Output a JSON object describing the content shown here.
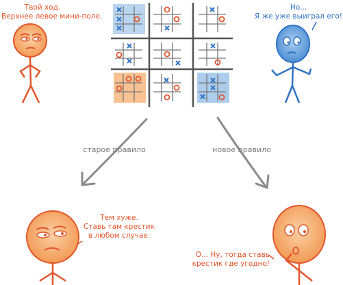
{
  "speech": {
    "top_left": [
      "Твой ход.",
      "Верхнее левое мини-поле."
    ],
    "top_right": [
      "Но...",
      "Я же уже выиграл его!"
    ],
    "bottom_left": [
      "Тем хуже.",
      "Ставь там крестик",
      "в любом случае."
    ],
    "bottom_right": [
      "О... Ну, тогда ставь",
      "крестик где угодно!"
    ]
  },
  "labels": {
    "old_rule": "старое правило",
    "new_rule": "новое правило"
  },
  "colors": {
    "red": "#e2552b",
    "blue": "#2f73c4",
    "orange_fill": "#f4a259",
    "blue_fill": "#6aa3d8",
    "grid": "#555555",
    "arrow": "#8a8a8a"
  }
}
